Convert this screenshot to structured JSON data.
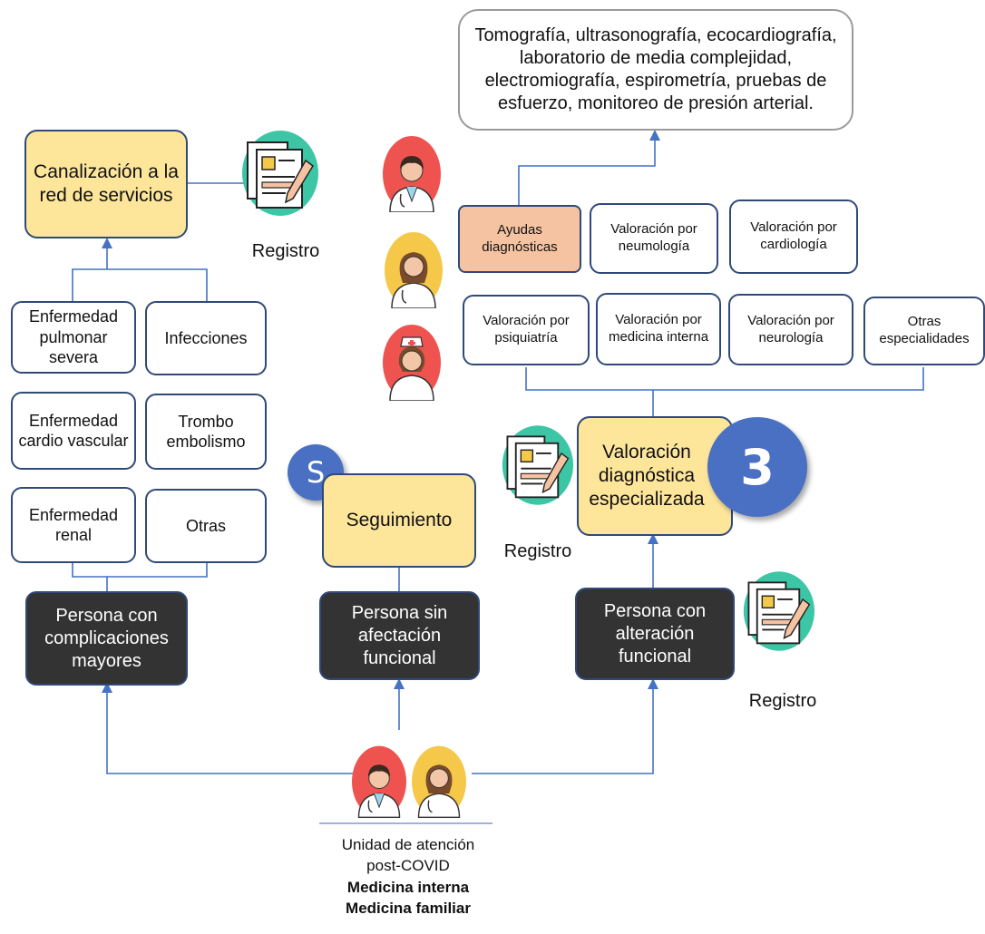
{
  "top_exams": "Tomografía, ultrasonografía, ecocardiografía, laboratorio de media complejidad, electromiografía, espirometría, pruebas de esfuerzo, monitoreo de presión arterial.",
  "left": {
    "canalizacion": "Canalización a la red de servicios",
    "registro": "Registro",
    "conditions": {
      "pulmonar": "Enfermedad pulmonar severa",
      "infecciones": "Infecciones",
      "cardio": "Enfermedad cardio vascular",
      "trombo": "Trombo embolismo",
      "renal": "Enfermedad renal",
      "otras": "Otras"
    },
    "persona": "Persona con complicaciones mayores"
  },
  "center": {
    "badge": "S",
    "seguimiento": "Seguimiento",
    "persona": "Persona sin afectación funcional"
  },
  "right": {
    "ayudas": "Ayudas diagnósticas",
    "neumologia": "Valoración por neumología",
    "cardiologia": "Valoración por cardiología",
    "psiquiatria": "Valoración por psiquiatría",
    "medicina_interna": "Valoración por medicina interna",
    "neurologia": "Valoración por neurología",
    "otras": "Otras especialidades",
    "valoracion": "Valoración diagnóstica especializada",
    "badge": "3",
    "registro_left": "Registro",
    "registro_right": "Registro",
    "persona": "Persona con alteración funcional"
  },
  "unit": {
    "line1": "Unidad de atención",
    "line2": "post-COVID",
    "line3": "Medicina interna",
    "line4": "Medicina familiar"
  },
  "colors": {
    "line": "#4472c4",
    "dark_box": "#333333",
    "yellow_box": "#fde59a",
    "peach_box": "#f6c3a2",
    "badge": "#4a70c4",
    "doctor_bg": "#ef5350",
    "female_bg": "#f5c84a",
    "document_bg": "#3cc6a5"
  }
}
